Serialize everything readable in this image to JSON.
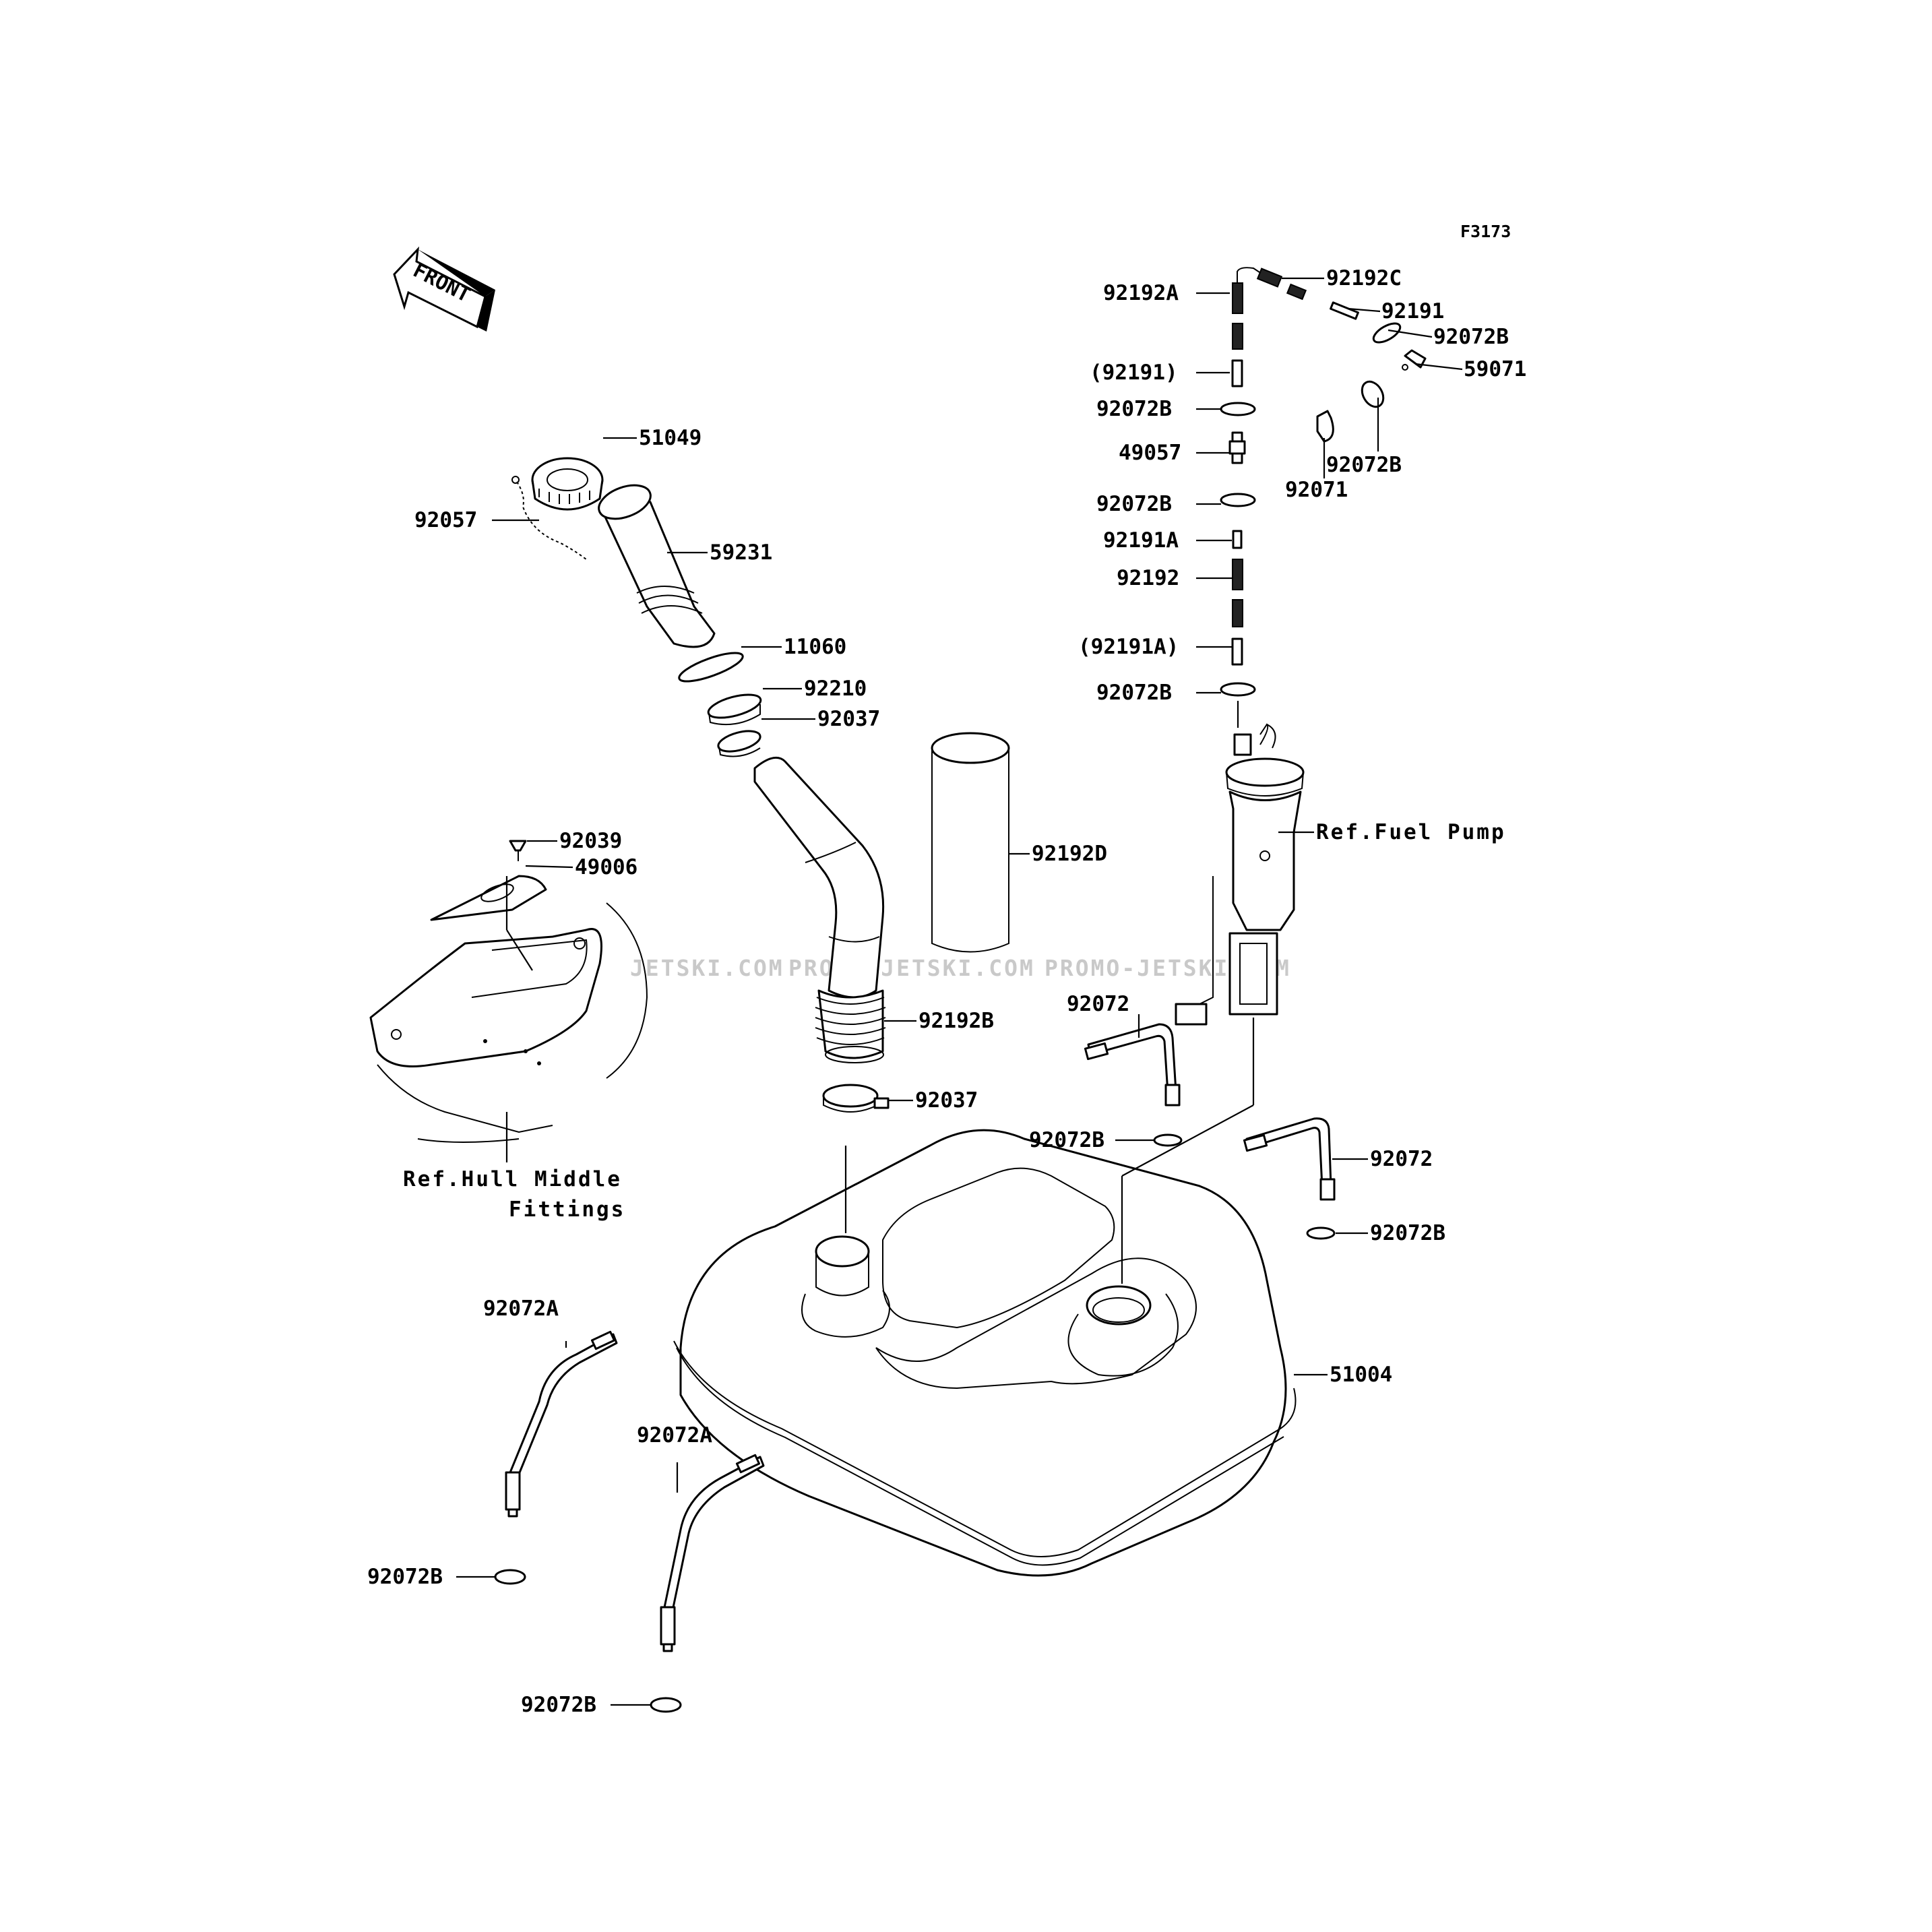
{
  "figure_code": "F3173",
  "front_label": "FRONT",
  "watermarks": [
    "JETSKI.COM",
    "PROMO-JETSKI.COM",
    "PROMO-JETSKI.COM"
  ],
  "callouts": [
    {
      "id": "92192C",
      "text": "92192C"
    },
    {
      "id": "92192A",
      "text": "92192A"
    },
    {
      "id": "92191",
      "text": "92191"
    },
    {
      "id": "92072B-top",
      "text": "92072B"
    },
    {
      "id": "59071",
      "text": "59071"
    },
    {
      "id": "92191-paren",
      "text": "(92191)"
    },
    {
      "id": "92072B-a",
      "text": "92072B"
    },
    {
      "id": "92072B-b",
      "text": "92072B"
    },
    {
      "id": "92071",
      "text": "92071"
    },
    {
      "id": "49057",
      "text": "49057"
    },
    {
      "id": "92072B-c",
      "text": "92072B"
    },
    {
      "id": "92191A",
      "text": "92191A"
    },
    {
      "id": "92192",
      "text": "92192"
    },
    {
      "id": "92191A-paren",
      "text": "(92191A)"
    },
    {
      "id": "92072B-d",
      "text": "92072B"
    },
    {
      "id": "51049",
      "text": "51049"
    },
    {
      "id": "92057",
      "text": "92057"
    },
    {
      "id": "59231",
      "text": "59231"
    },
    {
      "id": "11060",
      "text": "11060"
    },
    {
      "id": "92210",
      "text": "92210"
    },
    {
      "id": "92037-top",
      "text": "92037"
    },
    {
      "id": "92192D",
      "text": "92192D"
    },
    {
      "id": "ref-fuel-pump",
      "text": "Ref.Fuel Pump"
    },
    {
      "id": "92039",
      "text": "92039"
    },
    {
      "id": "49006",
      "text": "49006"
    },
    {
      "id": "92192B",
      "text": "92192B"
    },
    {
      "id": "92072-left",
      "text": "92072"
    },
    {
      "id": "92037-bottom",
      "text": "92037"
    },
    {
      "id": "92072B-e",
      "text": "92072B"
    },
    {
      "id": "92072-right",
      "text": "92072"
    },
    {
      "id": "92072B-f",
      "text": "92072B"
    },
    {
      "id": "ref-hull-1",
      "text": "Ref.Hull Middle"
    },
    {
      "id": "ref-hull-2",
      "text": "Fittings"
    },
    {
      "id": "92072A-a",
      "text": "92072A"
    },
    {
      "id": "51004",
      "text": "51004"
    },
    {
      "id": "92072A-b",
      "text": "92072A"
    },
    {
      "id": "92072B-g",
      "text": "92072B"
    },
    {
      "id": "92072B-h",
      "text": "92072B"
    }
  ]
}
